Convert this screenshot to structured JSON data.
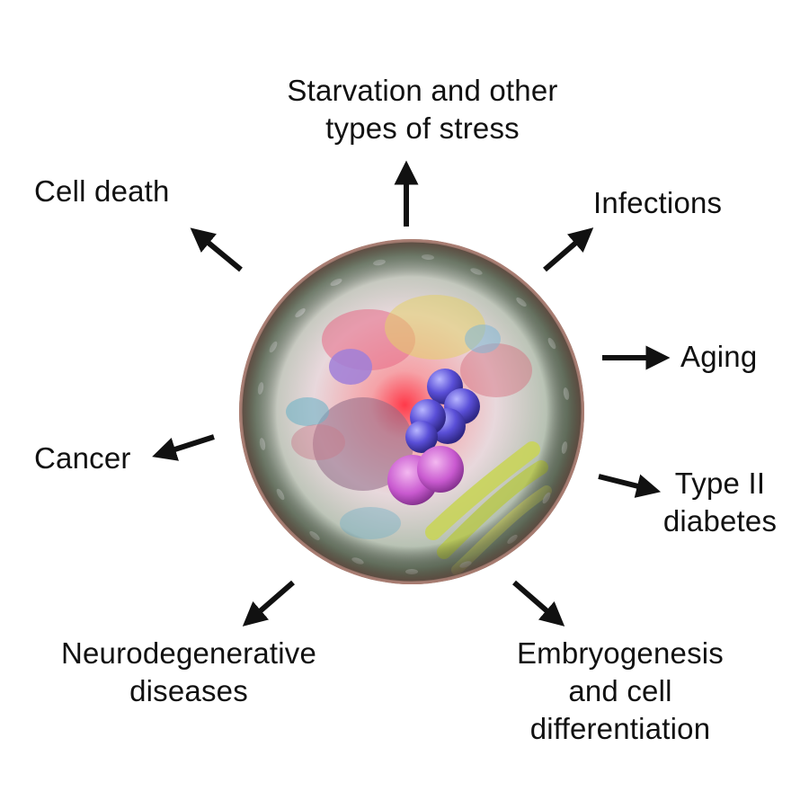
{
  "diagram": {
    "center_image": "cell-illustration",
    "labels": {
      "starvation": "Starvation and other\ntypes of stress",
      "cell_death": "Cell death",
      "infections": "Infections",
      "aging": "Aging",
      "cancer": "Cancer",
      "type2_diabetes": "Type II\ndiabetes",
      "neurodegenerative": "Neurodegenerative\ndiseases",
      "embryogenesis": "Embryogenesis\nand cell\ndifferentiation"
    },
    "colors": {
      "arrow": "#111111",
      "text": "#111111",
      "background": "#ffffff"
    }
  }
}
